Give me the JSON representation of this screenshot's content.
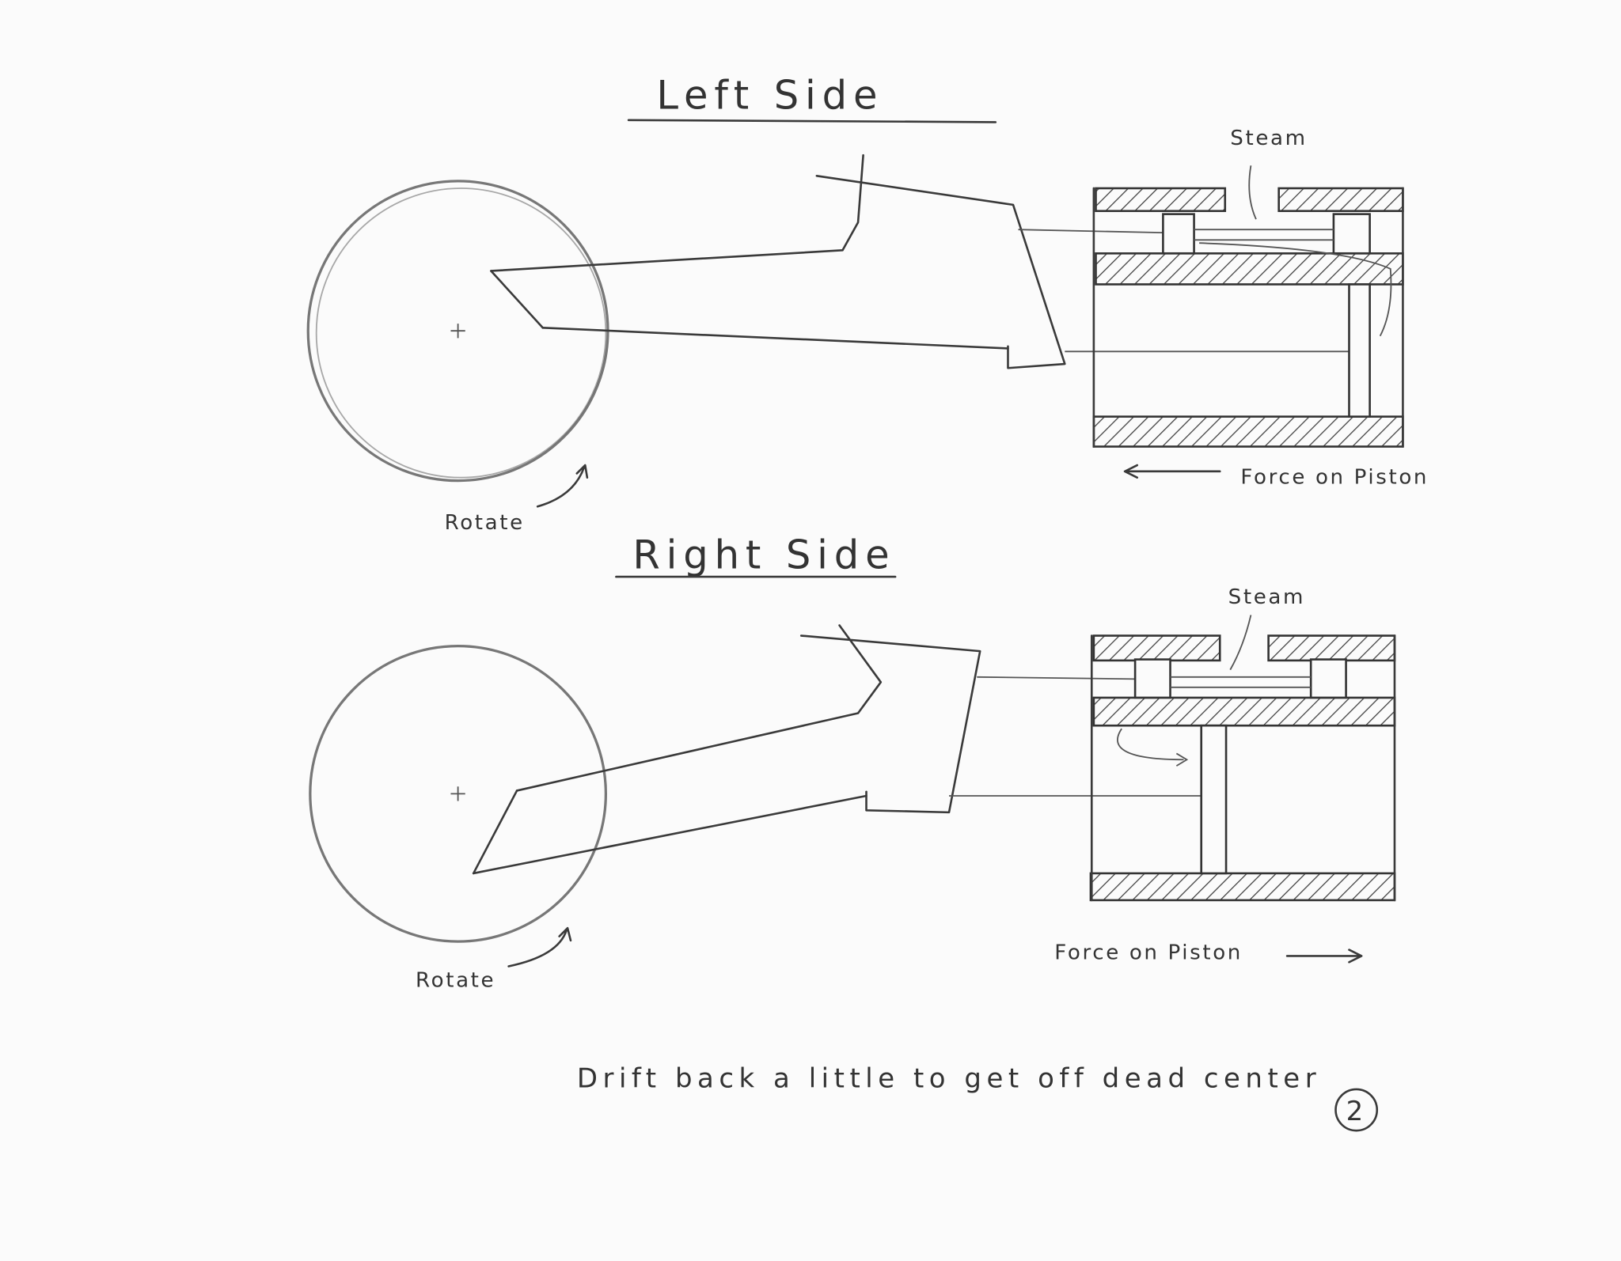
{
  "left": {
    "title": "Left Side",
    "steam": "Steam",
    "rotate": "Rotate",
    "force": "Force on Piston"
  },
  "right": {
    "title": "Right Side",
    "steam": "Steam",
    "rotate": "Rotate",
    "force": "Force on Piston"
  },
  "note": "Drift back a little to get off dead center",
  "page_number": "2"
}
